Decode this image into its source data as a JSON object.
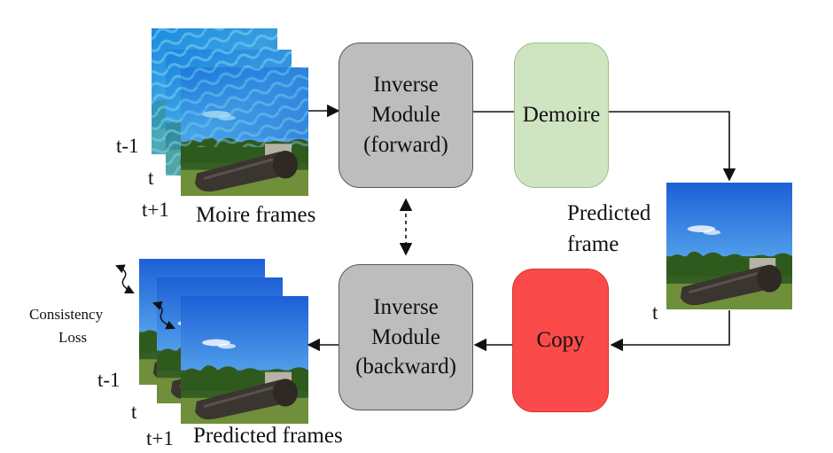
{
  "modules": {
    "forward": [
      "Inverse",
      "Module",
      "(forward)"
    ],
    "backward": [
      "Inverse",
      "Module",
      "(backward)"
    ],
    "demoire": "Demoire",
    "copy": "Copy"
  },
  "labels": {
    "moire_frames": "Moire frames",
    "predicted_frame_line1": "Predicted",
    "predicted_frame_line2": "frame",
    "predicted_frames": "Predicted frames",
    "consistency_line1": "Consistency",
    "consistency_line2": "Loss",
    "t_minus_1": "t-1",
    "t": "t",
    "t_plus_1": "t+1"
  },
  "colors": {
    "module_gray": "#bdbdbd",
    "demoire_green": "#cfe5c2",
    "copy_red": "#fb4a4a",
    "sky_blue": "#2f7fe0",
    "moire_overlay": "#3a9ad8",
    "grass_green": "#3f7a2a"
  }
}
